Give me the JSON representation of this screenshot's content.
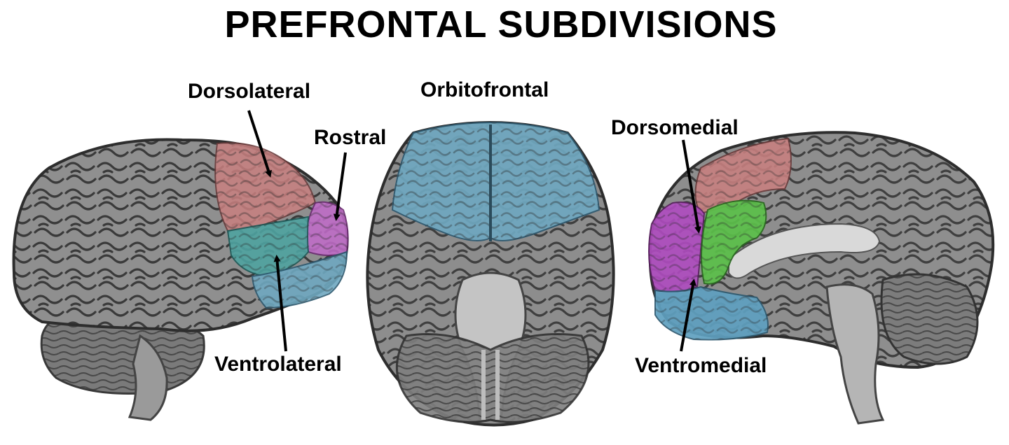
{
  "title": "PREFRONTAL SUBDIVISIONS",
  "labels": {
    "dorsolateral": "Dorsolateral",
    "rostral": "Rostral",
    "ventrolateral": "Ventrolateral",
    "orbitofrontal": "Orbitofrontal",
    "dorsomedial": "Dorsomedial",
    "ventromedial": "Ventromedial"
  },
  "colors": {
    "dorsolateral": "#c98080",
    "rostral": "#c06cc8",
    "ventrolateral": "#4fa3a0",
    "orbitofrontal": "#6fa8c0",
    "dorsomedial": "#c98080",
    "medial_rostral": "#b04cc0",
    "ventromedial": "#5fa0c0",
    "cingulate": "#5cc04a",
    "brain_gray": "#8c8c8c"
  },
  "views": [
    "lateral-view",
    "ventral-view",
    "medial-view"
  ]
}
